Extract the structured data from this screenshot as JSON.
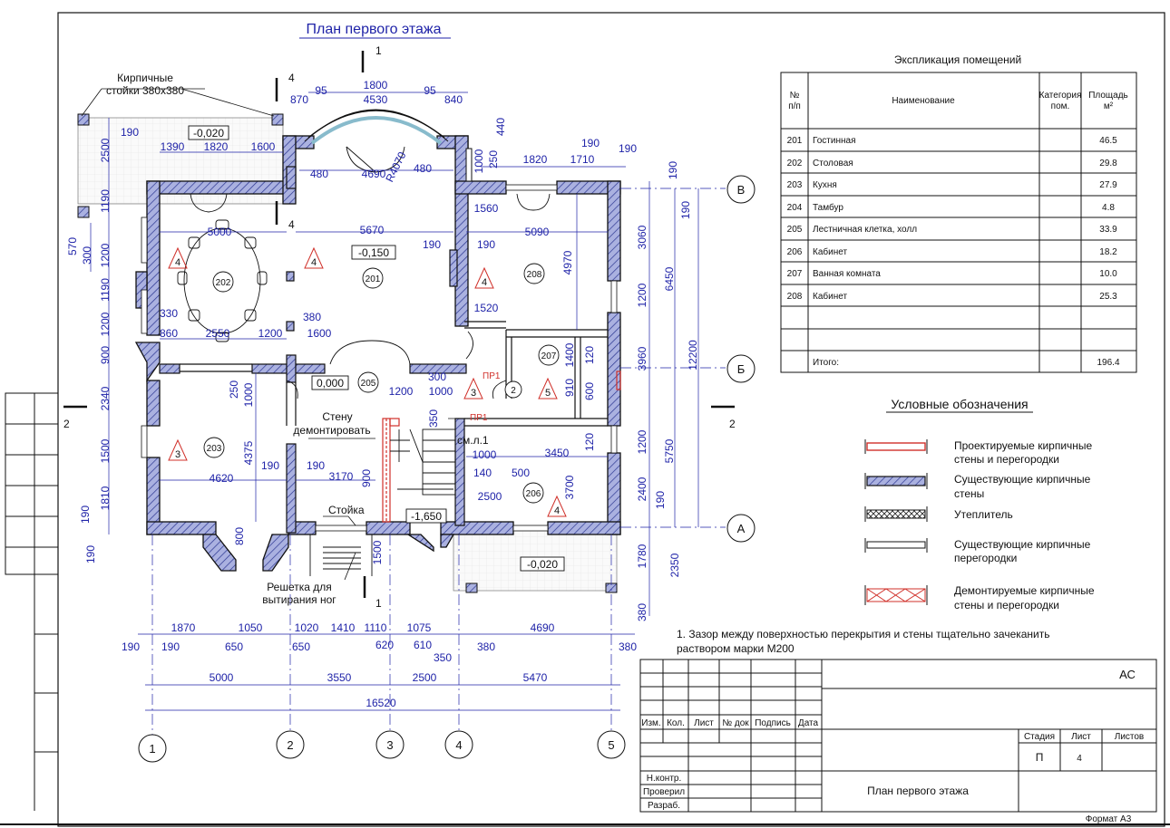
{
  "plan_title": "План первого этажа",
  "section_marks": {
    "cut": "1",
    "cut_axis_4": "4",
    "cut_axis_2": "2"
  },
  "annotations": {
    "brick_posts": "Кирпичные\nстойки 380х380",
    "wall_demolish": "Стену\nдемонтировать",
    "see_sheet": "см.л.1",
    "post": "Стойка",
    "grate": "Решетка для\nвытирания ног",
    "pr1_a": "ПР1",
    "pr1_b": "ПР1"
  },
  "levels": [
    "-0,020",
    "-0,150",
    "0,000",
    "-1,650",
    "-0,020"
  ],
  "rooms": [
    {
      "no": "201",
      "name": "Гостинная",
      "cat": "",
      "area": "46.5",
      "badge": "4"
    },
    {
      "no": "202",
      "name": "Столовая",
      "cat": "",
      "area": "29.8",
      "badge": "4"
    },
    {
      "no": "203",
      "name": "Кухня",
      "cat": "",
      "area": "27.9",
      "badge": "3"
    },
    {
      "no": "204",
      "name": "Тамбур",
      "cat": "",
      "area": "4.8",
      "badge": ""
    },
    {
      "no": "205",
      "name": "Лестничная клетка, холл",
      "cat": "",
      "area": "33.9",
      "badge": "3"
    },
    {
      "no": "206",
      "name": "Кабинет",
      "cat": "",
      "area": "18.2",
      "badge": "4"
    },
    {
      "no": "207",
      "name": "Ванная комната",
      "cat": "",
      "area": "10.0",
      "badge": "5"
    },
    {
      "no": "208",
      "name": "Кабинет",
      "cat": "",
      "area": "25.3",
      "badge": "4"
    }
  ],
  "explication": {
    "title": "Экспликация помещений",
    "col_no": "№\nп/п",
    "col_name": "Наименование",
    "col_cat": "Категория\nпом.",
    "col_area": "Площадь\nм²",
    "total_label": "Итого:",
    "total_value": "196.4"
  },
  "legend": {
    "title": "Условные обозначения",
    "items": [
      {
        "type": "new_brick",
        "label": "Проектируемые кирпичные\nстены и перегородки"
      },
      {
        "type": "exist_brick",
        "label": "Существующие кирпичные\nстены"
      },
      {
        "type": "insulation",
        "label": "Утеплитель"
      },
      {
        "type": "exist_partition",
        "label": "Существующие кирпичные\nперегородки"
      },
      {
        "type": "demolish",
        "label": "Демонтируемые кирпичные\nстены и перегородки"
      }
    ]
  },
  "note": "1. Зазор между поверхностью перекрытия и стены тщательно зачеканить\nраствором марки М200",
  "axes_numbers": [
    "1",
    "2",
    "3",
    "4",
    "5"
  ],
  "axes_letters": [
    "В",
    "Б",
    "А"
  ],
  "dims_bottom_row1": [
    "190",
    "190",
    "1870",
    "650",
    "1050",
    "650",
    "1020",
    "1410",
    "1110",
    "620",
    "1075",
    "610",
    "350",
    "380",
    "4690",
    "380"
  ],
  "dims_bottom_row2": [
    "5000",
    "3550",
    "2500",
    "5470"
  ],
  "dim_total_width": "16520",
  "dims_top": [
    "870",
    "95",
    "1800",
    "4530",
    "95",
    "840",
    "440",
    "250",
    "1000",
    "4690",
    "480",
    "480",
    "R4070",
    "1820",
    "1710",
    "190",
    "190"
  ],
  "dims_left": [
    "2500",
    "1190",
    "570",
    "300",
    "1200",
    "1190",
    "1200",
    "900",
    "2340",
    "1500",
    "1810",
    "190",
    "190"
  ],
  "dims_right": [
    "190",
    "190",
    "3060",
    "6450",
    "1200",
    "3960",
    "12200",
    "1200",
    "5750",
    "2400",
    "190",
    "1780",
    "2350",
    "380"
  ],
  "dims_inner": [
    "190",
    "1390",
    "1820",
    "1600",
    "5000",
    "5670",
    "190",
    "190",
    "5090",
    "1560",
    "4970",
    "330",
    "860",
    "2550",
    "1200",
    "380",
    "1600",
    "1520",
    "1400",
    "120",
    "910",
    "600",
    "250",
    "1000",
    "300",
    "1200",
    "1000",
    "350",
    "120",
    "1000",
    "3450",
    "4620",
    "190",
    "190",
    "3170",
    "4375",
    "900",
    "140",
    "500",
    "2500",
    "3700",
    "800",
    "1500"
  ],
  "title_block": {
    "code": "АС",
    "headers": [
      "Изм.",
      "Кол.",
      "Лист",
      "№ док",
      "Подпись",
      "Дата"
    ],
    "roles": [
      "Н.контр.",
      "Проверил",
      "Разраб."
    ],
    "stage_label": "Стадия",
    "sheet_label": "Лист",
    "sheets_label": "Листов",
    "stage": "П",
    "sheet": "4",
    "sheets": "",
    "drawing_name": "План первого этажа",
    "format": "Формат А3"
  },
  "colors": {
    "dim": "#1f23a8",
    "wall": "#7d86c9",
    "new_wall": "#d0302a",
    "line": "#111111"
  }
}
